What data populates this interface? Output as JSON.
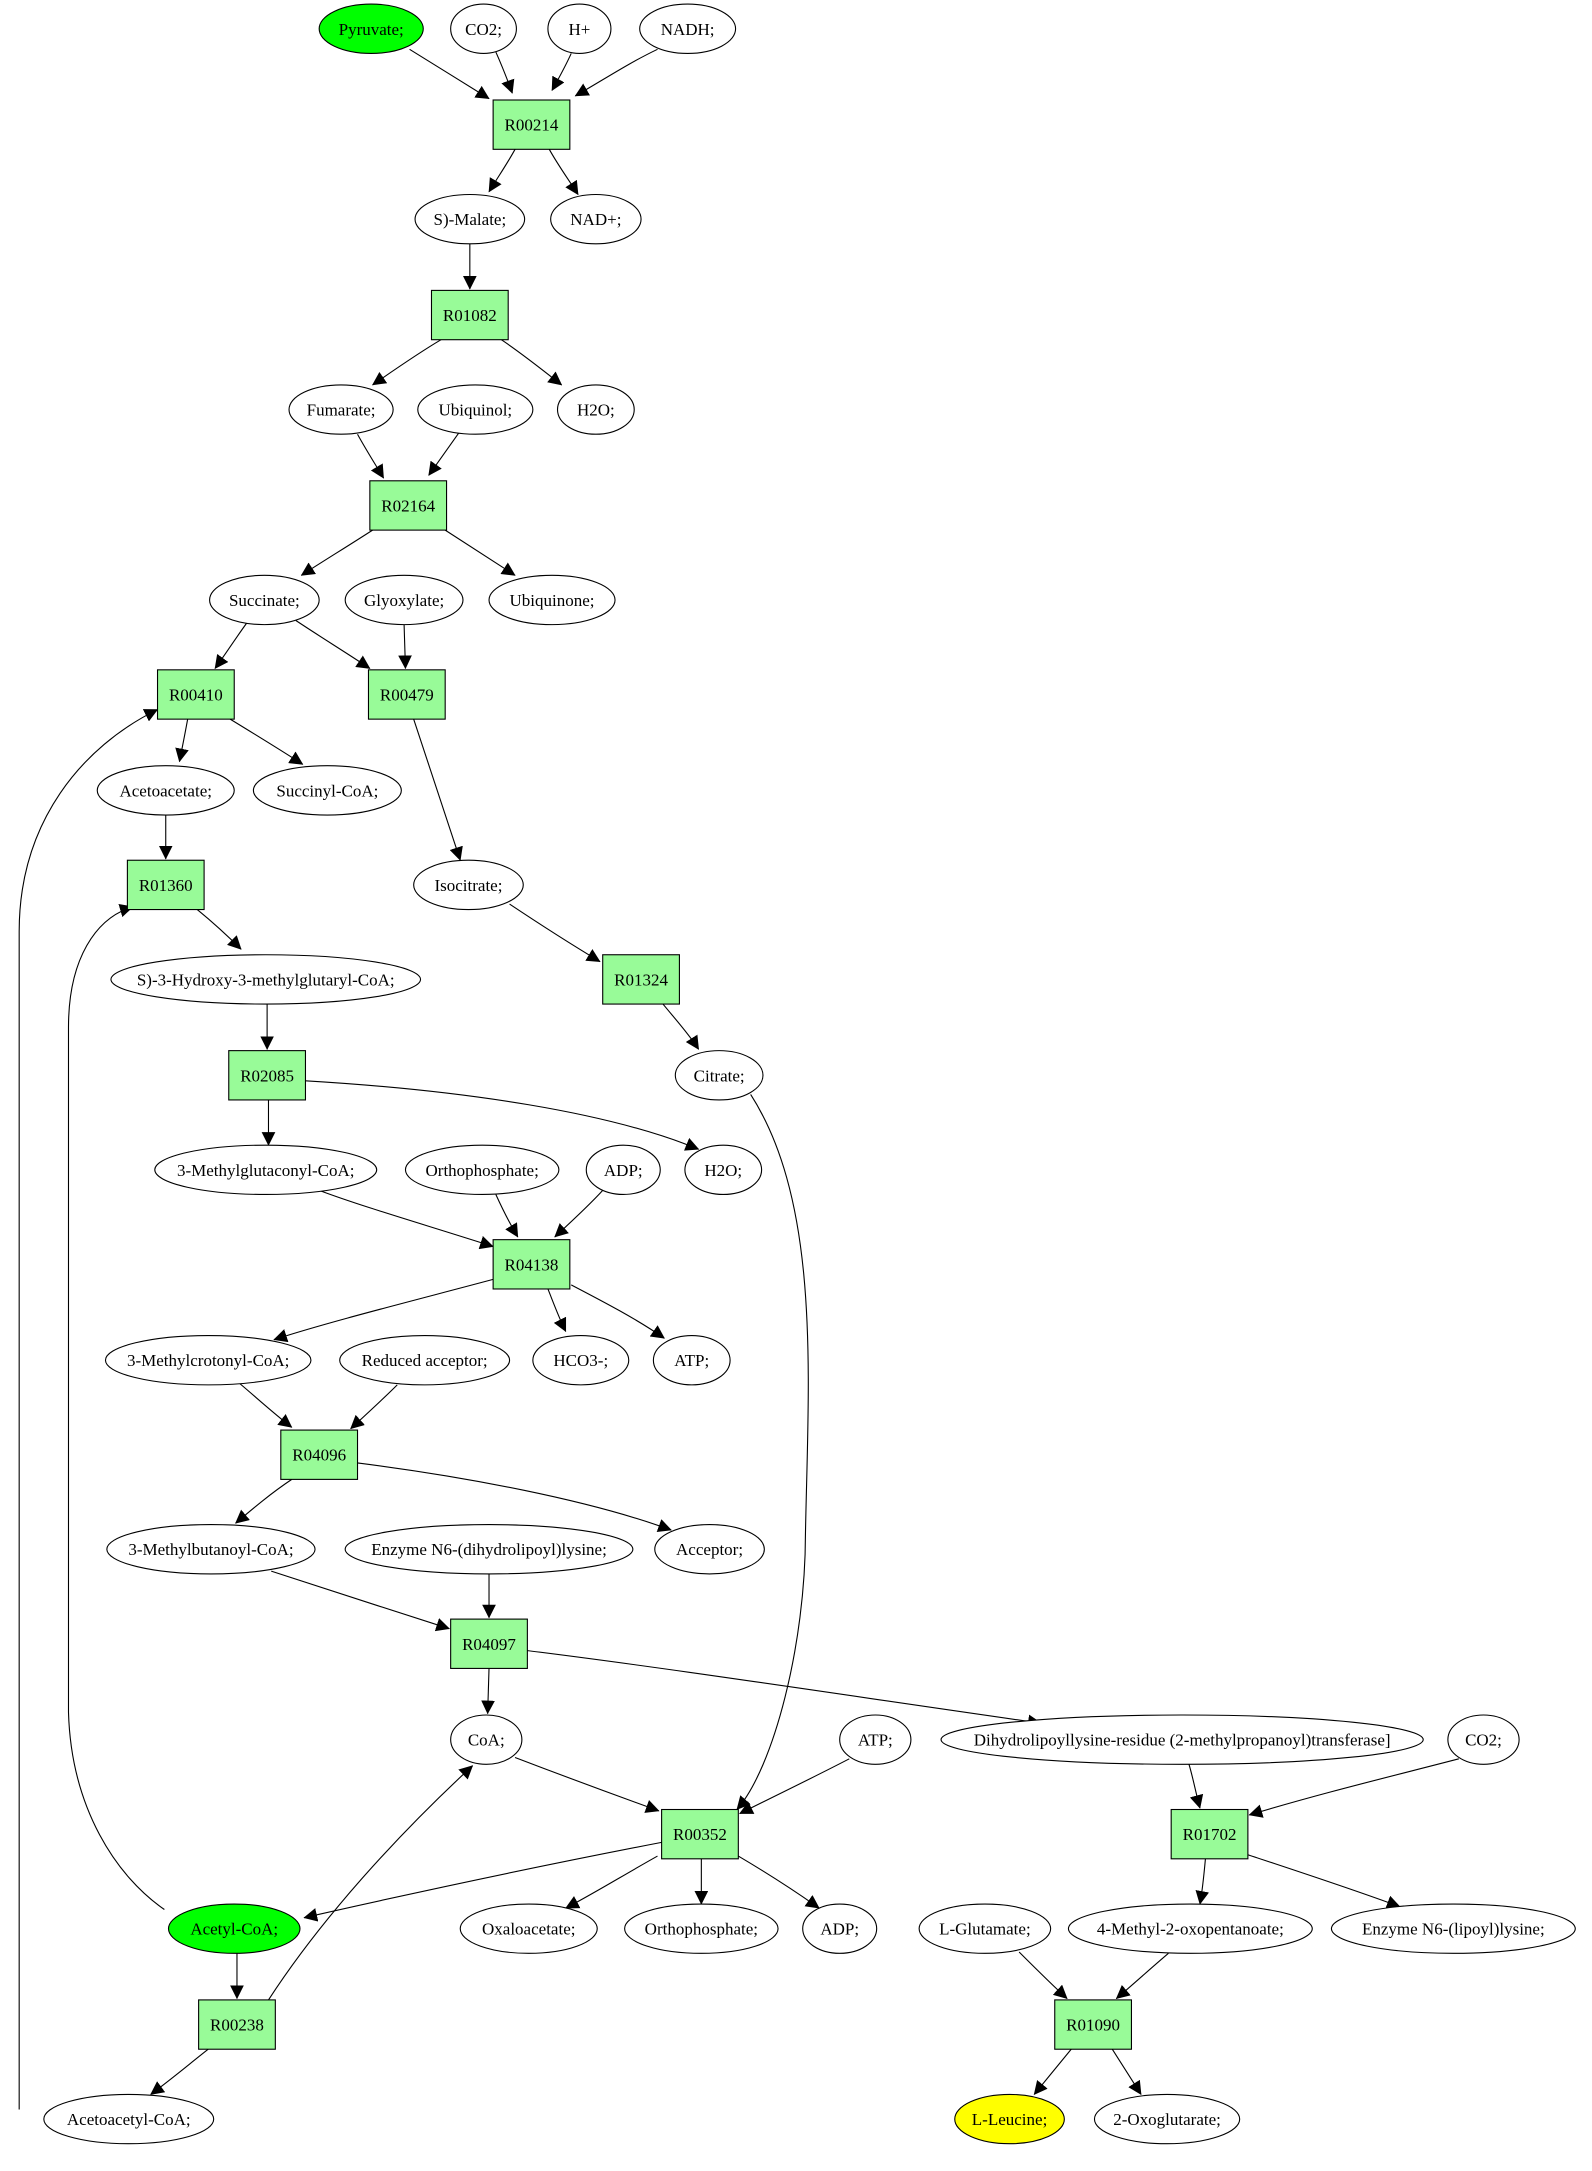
{
  "colors": {
    "reaction_fill": "#98fb98",
    "metabolite_fill": "#ffffff",
    "source_fill": "#00ff00",
    "target_fill": "#ffff00",
    "edge": "#000000"
  },
  "reactions": {
    "R00214": "R00214",
    "R01082": "R01082",
    "R02164": "R02164",
    "R00410": "R00410",
    "R00479": "R00479",
    "R01360": "R01360",
    "R01324": "R01324",
    "R02085": "R02085",
    "R04138": "R04138",
    "R04096": "R04096",
    "R04097": "R04097",
    "R00352": "R00352",
    "R01702": "R01702",
    "R00238": "R00238",
    "R01090": "R01090"
  },
  "metabolites": {
    "pyruvate": "Pyruvate;",
    "co2_top": "CO2;",
    "h_plus": "H+",
    "nadh": "NADH;",
    "malate": "S)-Malate;",
    "nad_plus": "NAD+;",
    "fumarate": "Fumarate;",
    "ubiquinol": "Ubiquinol;",
    "h2o_top": "H2O;",
    "succinate": "Succinate;",
    "glyoxylate": "Glyoxylate;",
    "ubiquinone": "Ubiquinone;",
    "acetoacetate": "Acetoacetate;",
    "succinyl_coa": "Succinyl-CoA;",
    "isocitrate": "Isocitrate;",
    "hmg_coa": "S)-3-Hydroxy-3-methylglutaryl-CoA;",
    "citrate": "Citrate;",
    "methylglutaconyl_coa": "3-Methylglutaconyl-CoA;",
    "orthophosphate_mid": "Orthophosphate;",
    "adp_mid": "ADP;",
    "h2o_mid": "H2O;",
    "methylcrotonyl_coa": "3-Methylcrotonyl-CoA;",
    "reduced_acceptor": "Reduced acceptor;",
    "hco3": "HCO3-;",
    "atp_mid": "ATP;",
    "methylbutanoyl_coa": "3-Methylbutanoyl-CoA;",
    "enzyme_dihydrolipoyl": "Enzyme N6-(dihydrolipoyl)lysine;",
    "acceptor": "Acceptor;",
    "coa": "CoA;",
    "atp_low": "ATP;",
    "dihydrolipoyllysine": "Dihydrolipoyllysine-residue (2-methylpropanoyl)transferase]",
    "co2_low": "CO2;",
    "acetyl_coa": "Acetyl-CoA;",
    "oxaloacetate": "Oxaloacetate;",
    "orthophosphate_low": "Orthophosphate;",
    "adp_low": "ADP;",
    "l_glutamate": "L-Glutamate;",
    "methyl_oxopentanoate": "4-Methyl-2-oxopentanoate;",
    "enzyme_lipoyl": "Enzyme N6-(lipoyl)lysine;",
    "acetoacetyl_coa": "Acetoacetyl-CoA;",
    "l_leucine": "L-Leucine;",
    "oxoglutarate": "2-Oxoglutarate;"
  }
}
